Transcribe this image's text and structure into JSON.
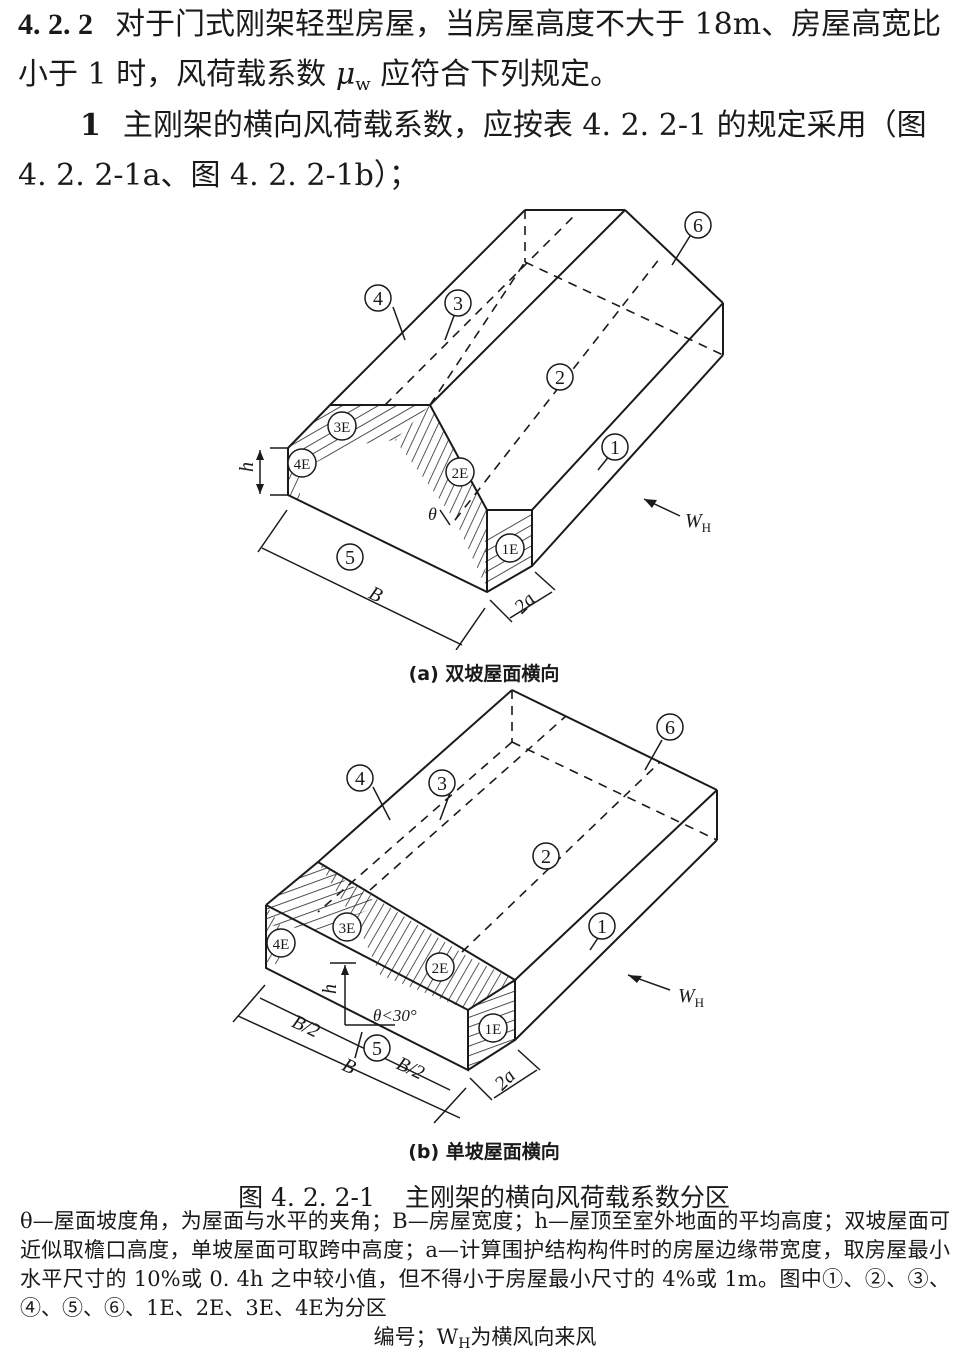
{
  "clause": {
    "number": "4. 2. 2",
    "text_a": "对于门式刚架轻型房屋，当房屋高度不大于 18m、房屋高宽比小于 1 时，风荷载系数",
    "mu_symbol": "μ",
    "mu_sub": "w",
    "text_b": " 应符合下列规定。"
  },
  "item1": {
    "number": "1",
    "text": "主刚架的横向风荷载系数，应按表 4. 2. 2-1 的规定采用（图 4. 2. 2-1a、图 4. 2. 2-1b）；"
  },
  "figure_a": {
    "caption": "(a) 双坡屋面横向",
    "zones": [
      "6",
      "4",
      "3",
      "2",
      "1",
      "3E",
      "4E",
      "2E",
      "1E",
      "5"
    ],
    "dims": {
      "h": "h",
      "B": "B",
      "two_a": "2a",
      "theta": "θ"
    },
    "wind": "W",
    "wind_sub": "H"
  },
  "figure_b": {
    "caption": "(b) 单坡屋面横向",
    "zones": [
      "6",
      "4",
      "3",
      "2",
      "1",
      "3E",
      "4E",
      "2E",
      "1E",
      "5"
    ],
    "dims": {
      "h": "h",
      "B": "B",
      "half_B_left": "B/2",
      "half_B_right": "B/2",
      "two_a": "2a",
      "theta": "θ<30°"
    },
    "wind": "W",
    "wind_sub": "H"
  },
  "figure_title": {
    "number": "图 4. 2. 2-1",
    "text": "主刚架的横向风荷载系数分区"
  },
  "notes": {
    "text": "θ—屋面坡度角，为屋面与水平的夹角；B—房屋宽度；h—屋顶至室外地面的平均高度；双坡屋面可近似取檐口高度，单坡屋面可取跨中高度；a—计算围护结构构件时的房屋边缘带宽度，取房屋最小水平尺寸的 10%或 0. 4h 之中较小值，但不得小于房屋最小尺寸的 4%或 1m。图中①、②、③、④、⑤、⑥、1E、2E、3E、4E为分区",
    "last_line_a": "编号；W",
    "last_line_sub": "H",
    "last_line_b": "为横风向来风"
  }
}
